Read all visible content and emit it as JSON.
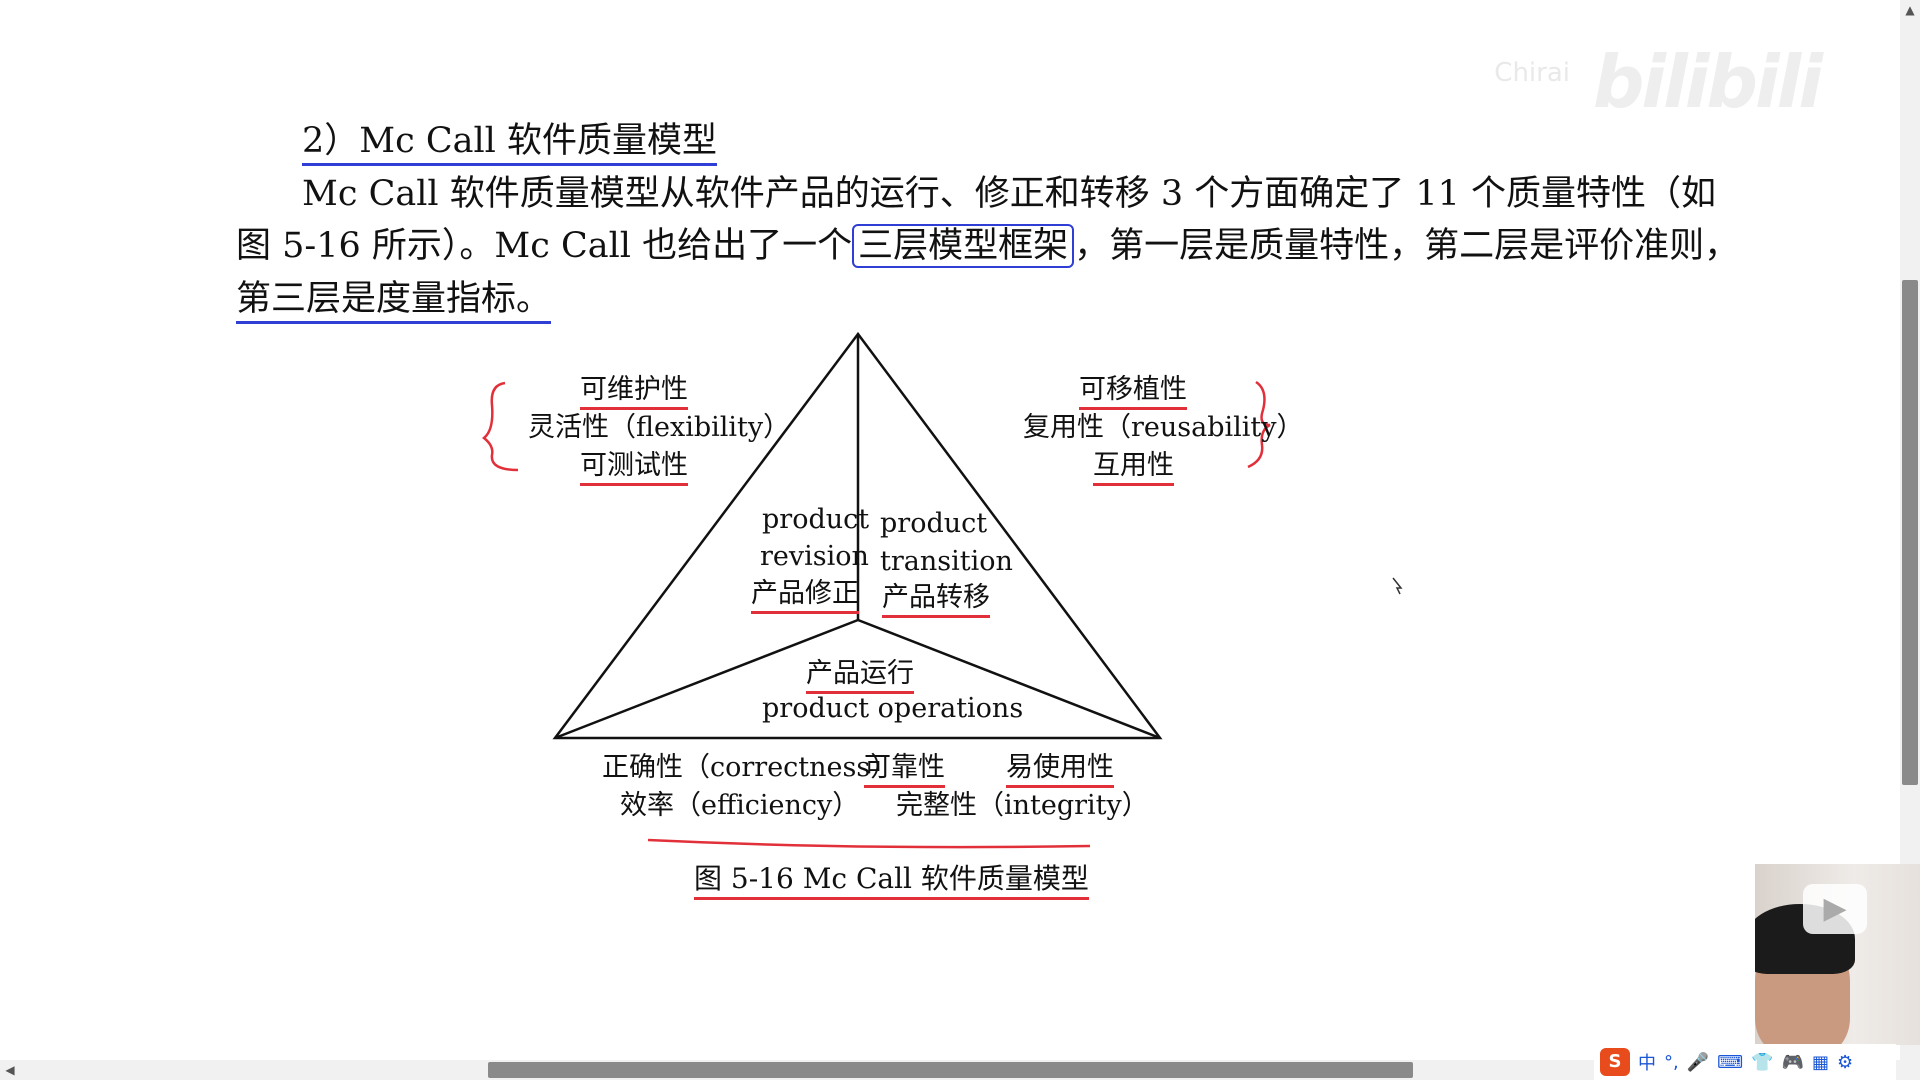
{
  "watermark": {
    "logo": "bilibili",
    "uploader": "Chirai"
  },
  "text": {
    "heading": "2）Mc Call 软件质量模型",
    "p1a": "Mc Call 软件质量模型从软件产品的运行、修正和转移 3 个方面确定了 11 个质量特性（如",
    "p2a": "图 5-16 所示）。Mc Call 也给出了一个",
    "p2box": "三层模型框架",
    "p2b": "，第一层是质量特性，第二层是评价准则，",
    "p3": "第三层是度量指标。"
  },
  "figure": {
    "left_group": [
      "可维护性",
      "灵活性（flexibility）",
      "可测试性"
    ],
    "right_group": [
      "可移植性",
      "复用性（reusability）",
      "互用性"
    ],
    "revision": [
      "product",
      "revision",
      "产品修正"
    ],
    "transition": [
      "product",
      "transition",
      "产品转移"
    ],
    "operations": [
      "产品运行",
      "product operations"
    ],
    "bottom_row1": [
      "正确性（correctness）",
      "可靠性",
      "易使用性"
    ],
    "bottom_row2": [
      "效率（efficiency）",
      "完整性（integrity）"
    ],
    "caption": "图 5-16   Mc Call 软件质量模型"
  },
  "ime": {
    "icon": "S",
    "lang": "中",
    "items": [
      "°,",
      "mic-icon",
      "keyboard-icon",
      "skin-icon",
      "game-icon",
      "grid-icon",
      "settings-icon"
    ]
  },
  "colors": {
    "pen_red": "#e2303a",
    "pen_blue": "#2f3fd6"
  }
}
